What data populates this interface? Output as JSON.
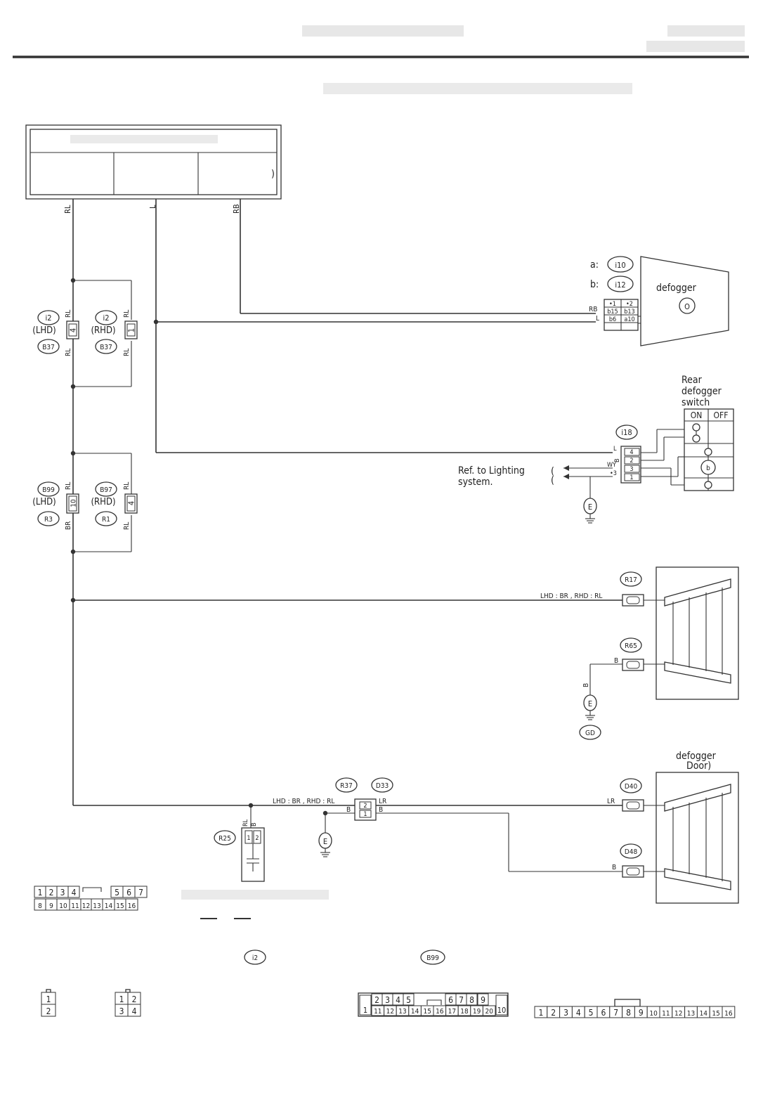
{
  "labels": {
    "a_conn": "a:",
    "b_conn": "b:",
    "defogger": "defogger",
    "rear_switch_1": "Rear",
    "rear_switch_2": "defogger",
    "rear_switch_3": "switch",
    "on": "ON",
    "off": "OFF",
    "ref_1": "Ref. to Lighting",
    "ref_2": "system.",
    "defogger_door_1": "defogger",
    "defogger_door_2": "Door)",
    "lhd": "(LHD)",
    "rhd": "(RHD)"
  },
  "connectors": {
    "i10": "i10",
    "i12": "i12",
    "i18": "i18",
    "i2": "i2",
    "B37": "B37",
    "B99": "B99",
    "B97": "B97",
    "R3": "R3",
    "R1": "R1",
    "R17": "R17",
    "R65": "R65",
    "GD": "GD",
    "R37": "R37",
    "D33": "D33",
    "D40": "D40",
    "D48": "D48",
    "R25": "R25",
    "E": "E"
  },
  "wires": {
    "RL": "RL",
    "L": "L",
    "RB": "RB",
    "BR": "BR",
    "B": "B",
    "LR": "LR",
    "WY": "WY",
    "lhd_br_rhd_rl": "LHD : BR , RHD : RL"
  },
  "pins": {
    "p4": "4",
    "p1": "1",
    "p2": "2",
    "p3": "3",
    "p10": "10",
    "d1": "•1",
    "d2": "•2",
    "d3": "•3",
    "b15": "b15",
    "b13": "b13",
    "b6": "b6",
    "a10": "a10"
  },
  "pinouts": {
    "conn16_top": [
      "1",
      "2",
      "3",
      "4",
      "5",
      "6",
      "7"
    ],
    "conn16_bot": [
      "8",
      "9",
      "10",
      "11",
      "12",
      "13",
      "14",
      "15",
      "16"
    ],
    "conn2": [
      "1",
      "2"
    ],
    "conn4": [
      "1",
      "2",
      "3",
      "4"
    ],
    "conn20_top": [
      "2",
      "3",
      "4",
      "5",
      "6",
      "7",
      "8",
      "9"
    ],
    "conn20_bot": [
      "11",
      "12",
      "13",
      "14",
      "15",
      "16",
      "17",
      "18",
      "19",
      "20"
    ],
    "conn20_side": [
      "1",
      "10"
    ],
    "conn16_row": [
      "1",
      "2",
      "3",
      "4",
      "5",
      "6",
      "7",
      "8",
      "9",
      "10",
      "11",
      "12",
      "13",
      "14",
      "15",
      "16"
    ]
  },
  "bottom_labels": {
    "i2": "i2",
    "B99": "B99"
  }
}
